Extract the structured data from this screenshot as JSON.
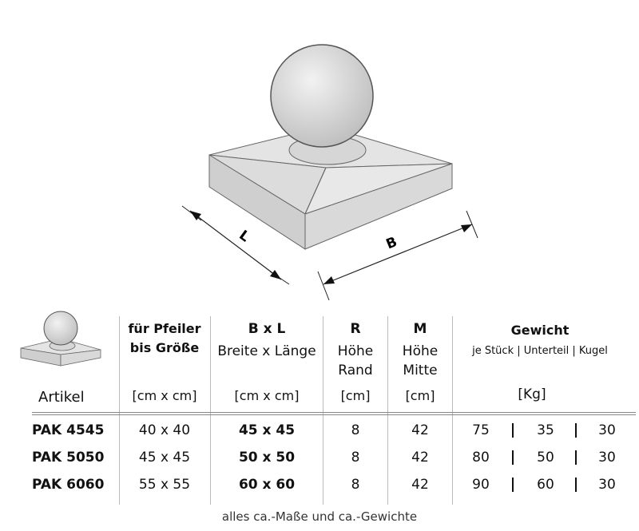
{
  "drawing": {
    "label_l": "L",
    "label_b": "B"
  },
  "table": {
    "headers": {
      "artikel": "Artikel",
      "pfeiler_line1": "für Pfeiler",
      "pfeiler_line2": "bis Größe",
      "pfeiler_unit": "[cm x cm]",
      "bxl_title": "B x L",
      "bxl_sub": "Breite x Länge",
      "bxl_unit": "[cm x cm]",
      "r_title": "R",
      "r_sub1": "Höhe",
      "r_sub2": "Rand",
      "r_unit": "[cm]",
      "m_title": "M",
      "m_sub1": "Höhe",
      "m_sub2": "Mitte",
      "m_unit": "[cm]",
      "gewicht_title": "Gewicht",
      "gewicht_sub": "je Stück | Unterteil | Kugel",
      "gewicht_unit": "[Kg]"
    },
    "rows": [
      {
        "artikel": "PAK 4545",
        "pfeiler": "40 x 40",
        "bxl": "45 x 45",
        "r": "8",
        "m": "42",
        "stueck": "75",
        "unterteil": "35",
        "kugel": "30"
      },
      {
        "artikel": "PAK 5050",
        "pfeiler": "45 x 45",
        "bxl": "50 x 50",
        "r": "8",
        "m": "42",
        "stueck": "80",
        "unterteil": "50",
        "kugel": "30"
      },
      {
        "artikel": "PAK 6060",
        "pfeiler": "55 x 55",
        "bxl": "60 x 60",
        "r": "8",
        "m": "42",
        "stueck": "90",
        "unterteil": "60",
        "kugel": "30"
      }
    ]
  },
  "footnote": "alles ca.-Maße und ca.-Gewichte"
}
